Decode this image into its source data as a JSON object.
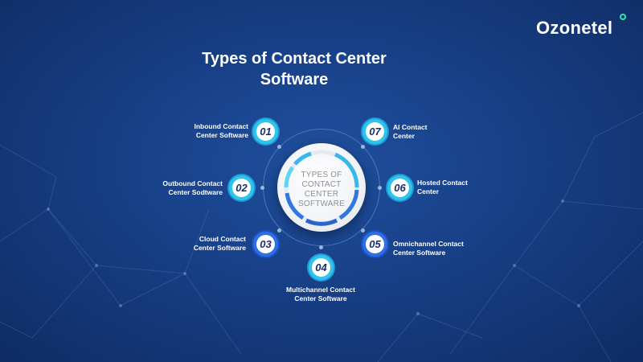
{
  "brand": {
    "name": "Ozonetel",
    "accent": "#2ee6b0"
  },
  "title": {
    "line1": "Types of Contact Center",
    "line2": "Software"
  },
  "hub": {
    "lines": [
      "TYPES OF",
      "CONTACT",
      "CENTER",
      "SOFTWARE"
    ]
  },
  "items": [
    {
      "number": "01",
      "line1": "Inbound Contact",
      "line2": "Center Software"
    },
    {
      "number": "02",
      "line1": "Outbound Contact",
      "line2": "Center Sodtware"
    },
    {
      "number": "03",
      "line1": "Cloud Contact",
      "line2": "Center Software"
    },
    {
      "number": "04",
      "line1": "Multichannel Contact",
      "line2": "Center Software"
    },
    {
      "number": "05",
      "line1": "Omnichannel Contact",
      "line2": "Center Software"
    },
    {
      "number": "06",
      "line1": "Hosted Contact",
      "line2": "Center"
    },
    {
      "number": "07",
      "line1": "AI Contact",
      "line2": "Center"
    }
  ]
}
